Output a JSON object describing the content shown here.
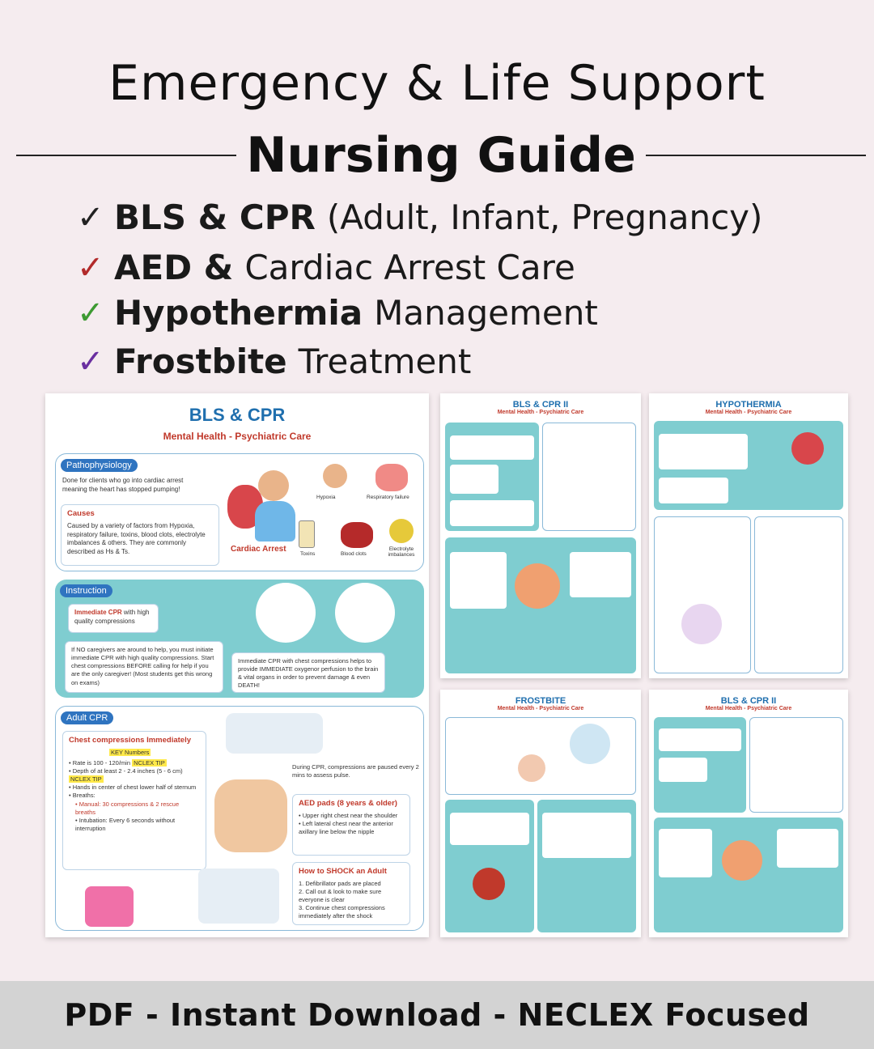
{
  "header": {
    "title_line1": "Emergency & Life Support",
    "title_line2": "Nursing Guide"
  },
  "features": [
    {
      "bold": "BLS & CPR",
      "rest": "(Adult, Infant, Pregnancy)",
      "check_color": "#222222"
    },
    {
      "bold": "AED &",
      "rest": "Cardiac Arrest Care",
      "check_color": "#b22a2a"
    },
    {
      "bold": "Hypothermia",
      "rest": "Management",
      "check_color": "#3d9a32"
    },
    {
      "bold": "Frostbite",
      "rest": "Treatment",
      "check_color": "#6a2fa0"
    }
  ],
  "main_card": {
    "title": "BLS & CPR",
    "subtitle": "Mental Health - Psychiatric Care",
    "patho": {
      "tag": "Pathophysiology",
      "text": "Done for clients who go into cardiac arrest meaning the heart has stopped pumping!",
      "causes_title": "Causes",
      "causes_text": "Caused by a variety of factors from Hypoxia, respiratory failure, toxins, blood clots, electrolyte imbalances & others. They are commonly described as Hs & Ts.",
      "cardiac_arrest_label": "Cardiac Arrest",
      "hypoxia": "Hypoxia",
      "resp": "Respiratory failure",
      "toxins": "Toxins",
      "clots": "Blood clots",
      "electrolyte": "Electrolyte imbalances"
    },
    "instruction": {
      "tag": "Instruction",
      "box1_red": "Immediate CPR",
      "box1_rest": "with high quality compressions",
      "box2": "If NO caregivers are around to help, you must initiate immediate CPR with high quality compressions. Start chest compressions BEFORE calling for help if you are the only caregiver! (Most students get this wrong on exams)",
      "box3": "Immediate CPR with chest compressions helps to provide IMMEDIATE oxygenor perfusion to the brain & vital organs in order to prevent damage & even DEATH!"
    },
    "adult": {
      "tag": "Adult CPR",
      "box_title": "Chest compressions Immediately",
      "key_numbers": "KEY Numbers",
      "rate": "Rate is 100 - 120/min",
      "neclex1": "NCLEX TIP",
      "depth": "Depth of at least 2 - 2.4 inches (5 - 6 cm)",
      "neclex2": "NCLEX TIP",
      "hands": "Hands in center of chest lower half of sternum",
      "breaths": "Breaths:",
      "manual": "Manual: 30 compressions & 2 rescue breaths",
      "intubation": "Intubation: Every 6 seconds without interruption",
      "during": "During CPR, compressions are paused every 2 mins to assess pulse.",
      "aed_title": "AED pads (8 years & older)",
      "aed1": "Upper right chest near the shoulder",
      "aed2": "Left lateral chest near the anterior axillary line below the nipple",
      "shock_title": "How to SHOCK an Adult",
      "shock1": "1. Defibrillator pads are placed",
      "shock2": "2. Call out & look to make sure everyone is clear",
      "shock3": "3. Continue chest compressions immediately after the shock"
    }
  },
  "mini_cards": [
    {
      "title": "BLS & CPR II",
      "subtitle": "Mental Health - Psychiatric Care"
    },
    {
      "title": "HYPOTHERMIA",
      "subtitle": "Mental Health - Psychiatric Care"
    },
    {
      "title": "FROSTBITE",
      "subtitle": "Mental Health - Psychiatric Care"
    },
    {
      "title": "BLS & CPR II",
      "subtitle": "Mental Health - Psychiatric Care"
    }
  ],
  "footer": {
    "text": "PDF - Instant Download - NECLEX Focused"
  }
}
